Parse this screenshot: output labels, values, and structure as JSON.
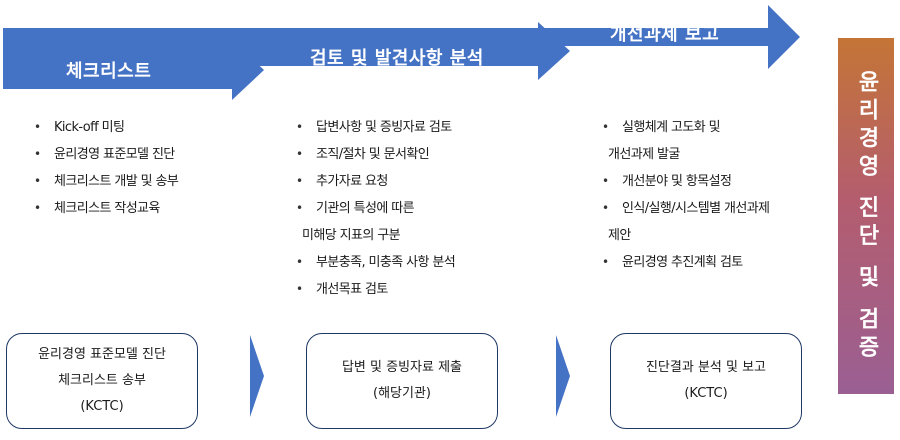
{
  "stages": [
    {
      "title": "체크리스트",
      "items": [
        "Kick-off 미팅",
        "윤리경영 표준모델 진단",
        "체크리스트 개발 및 송부",
        "체크리스트 작성교육"
      ],
      "box": [
        "윤리경영 표준모델 진단",
        "체크리스트 송부",
        "(KCTC)"
      ]
    },
    {
      "title": "검토 및 발견사항 분석",
      "items": [
        "답변사항 및 증빙자료 검토",
        "조직/절차 및 문서확인",
        "추가자료 요청",
        "기관의 특성에 따른",
        "미해당 지표의 구분",
        "부분충족, 미충족 사항 분석",
        "개선목표 검토"
      ],
      "box": [
        "답변 및 증빙자료 제출",
        "(해당기관)"
      ]
    },
    {
      "title": "개선과제 보고",
      "items": [
        "실행체계 고도화 및",
        "개선과제 발굴",
        "개선분야 및 항목설정",
        "인식/실행/시스템별 개선과제",
        "제안",
        "윤리경영 추진계획 검토"
      ],
      "box": [
        "진단결과 분석 및 보고",
        "(KCTC)"
      ]
    }
  ],
  "side_title": "윤리경영 진단 및 검증",
  "colors": {
    "arrow": "#4472c4",
    "box_border": "#1f3864"
  }
}
